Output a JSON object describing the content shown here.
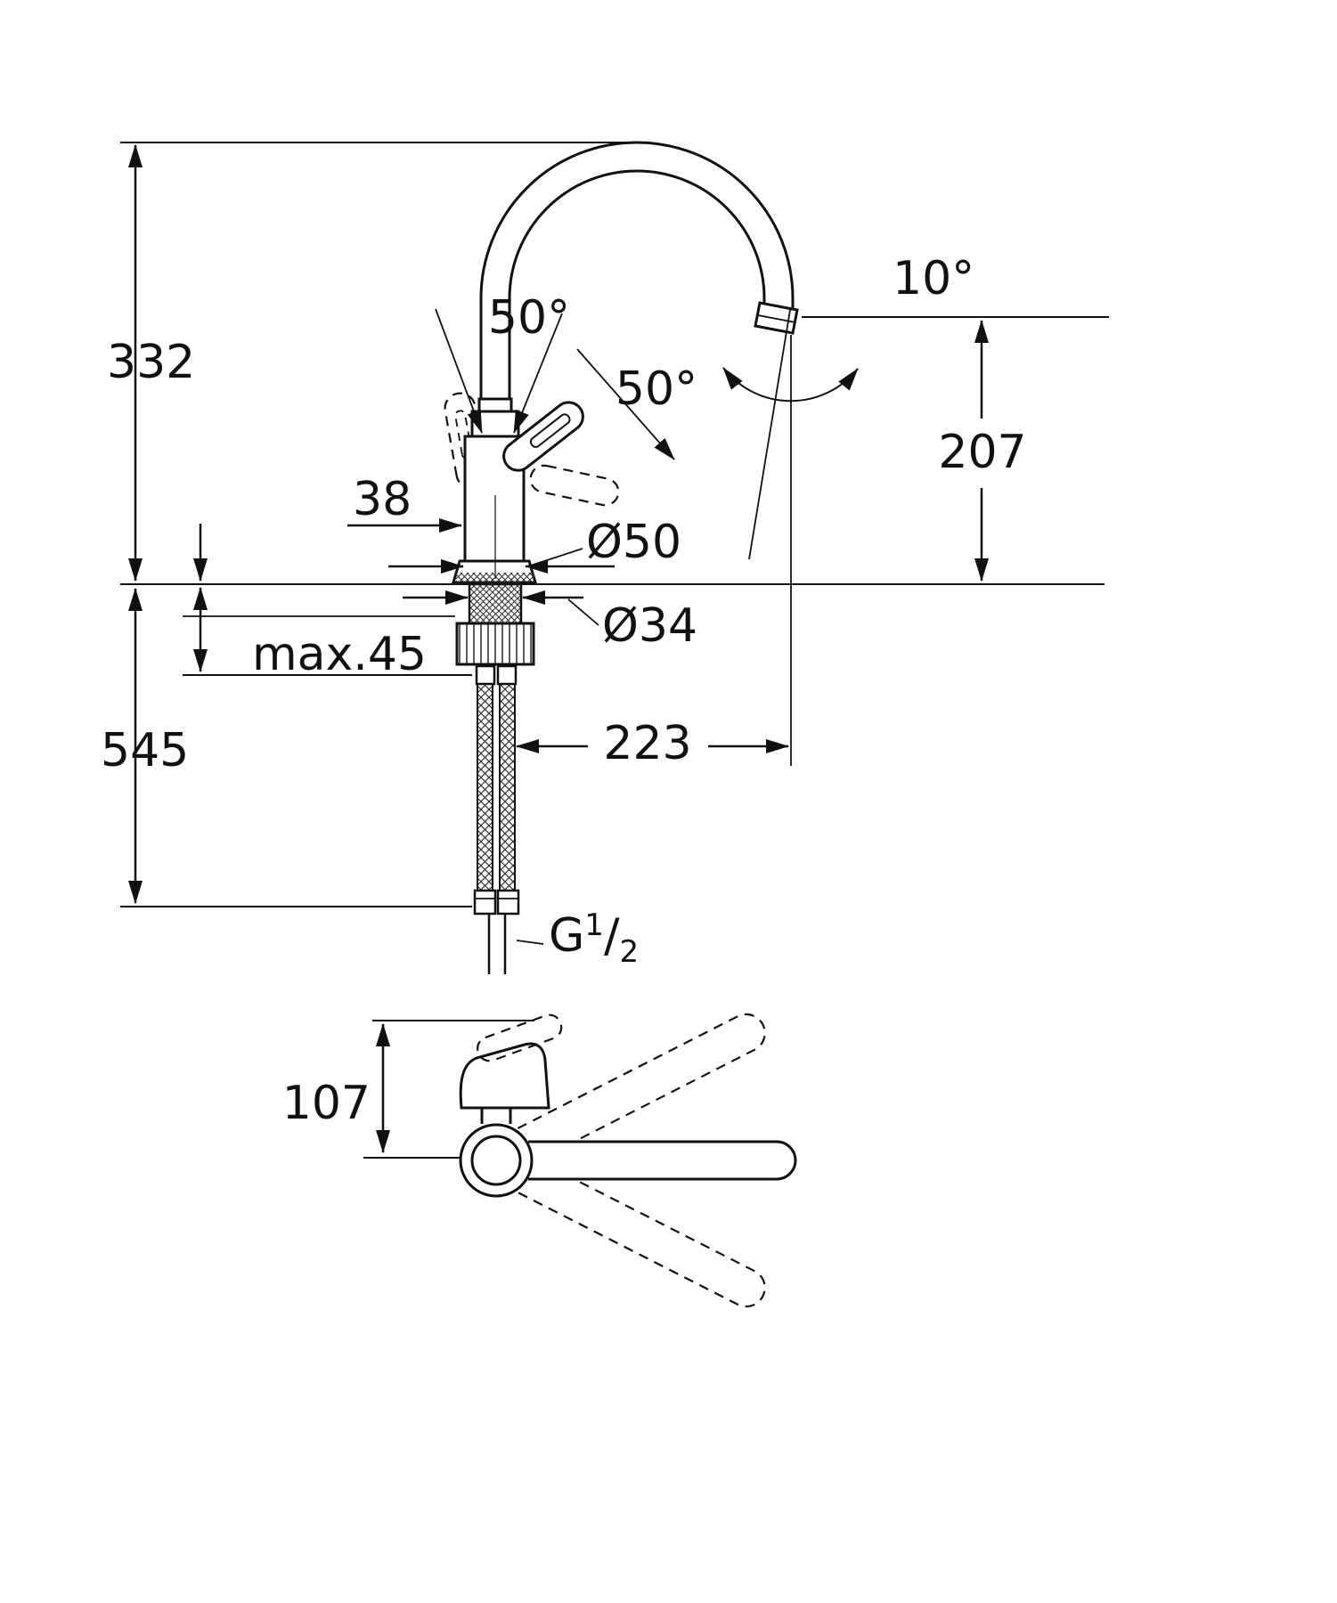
{
  "colors": {
    "line": "#111111",
    "background": "#ffffff"
  },
  "labels": {
    "height_overall": "332",
    "install_depth": "545",
    "height_outlet": "207",
    "swivel_angle": "10°",
    "handle_angle_up": "50°",
    "handle_angle_side": "50°",
    "offset_38": "38",
    "base_diameter": "Ø50",
    "hole_diameter": "Ø34",
    "max_deck": "max.45",
    "reach": "223",
    "thread_prefix": "G",
    "thread_numerator": "1",
    "thread_slash": "/",
    "thread_denominator": "2",
    "top_view_depth": "107"
  }
}
